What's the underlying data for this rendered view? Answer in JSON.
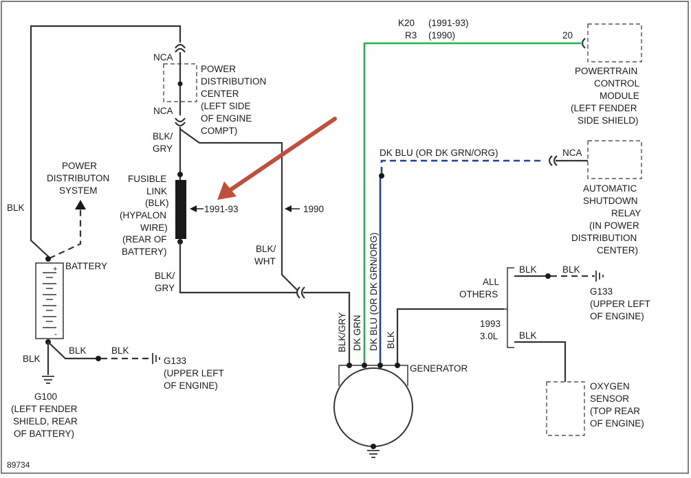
{
  "figure_id": "89734",
  "colors": {
    "green_wire": "#22b14c",
    "blue_wire": "#1f3fa8",
    "arrow": "#c0503c",
    "wire": "#333333"
  },
  "pdc": {
    "nca_top": "NCA",
    "nca_bottom": "NCA",
    "label": [
      "POWER",
      "DISTRIBUTION",
      "CENTER",
      "(LEFT SIDE",
      "OF ENGINE",
      "COMPT)"
    ]
  },
  "power_dist_system": [
    "POWER",
    "DISTRIBUTON",
    "SYSTEM"
  ],
  "battery": {
    "label": "BATTERY",
    "plus": "+",
    "minus": "-"
  },
  "fusible_link": {
    "label": [
      "FUSIBLE",
      "LINK",
      "(BLK)",
      "(HYPALON",
      "WIRE)",
      "(REAR OF",
      "BATTERY)"
    ],
    "year": "1991-93"
  },
  "year_1990": "1990",
  "wires": {
    "blk_left": "BLK",
    "blk_gry_top": [
      "BLK/",
      "GRY"
    ],
    "blk_gry_bottom": [
      "BLK/",
      "GRY"
    ],
    "blk_wht": [
      "BLK/",
      "WHT"
    ],
    "blk_batt": "BLK",
    "blk_batt_ground_1": "BLK",
    "blk_batt_ground_2": "BLK",
    "gen_blk_gry": "BLK/GRY",
    "gen_dk_grn": "DK GRN",
    "gen_dk_blu": "DK BLU (OR DK GRN/ORG)",
    "gen_blk": "BLK",
    "dk_blu_top": "DK BLU (OR DK GRN/ORG)",
    "k20": "K20",
    "k20_years": "(1991-93)",
    "r3": "R3",
    "r3_years": "(1990)",
    "pin_20": "20",
    "nca_asd": "NCA",
    "others_blk_1": "BLK",
    "others_blk_2": "BLK",
    "o2_blk": "BLK"
  },
  "g133_batt": [
    "G133",
    "(UPPER LEFT",
    "OF ENGINE)"
  ],
  "g100": [
    "G100",
    "(LEFT FENDER",
    "SHIELD, REAR",
    "OF BATTERY)"
  ],
  "generator": "GENERATOR",
  "pcm": [
    "POWERTRAIN",
    "CONTROL",
    "MODULE",
    "(LEFT FENDER",
    "SIDE SHIELD)"
  ],
  "asd": [
    "AUTOMATIC",
    "SHUTDOWN",
    "RELAY",
    "(IN POWER",
    "DISTRIBUTION",
    "CENTER)"
  ],
  "all_others": [
    "ALL",
    "OTHERS"
  ],
  "year_1993": [
    "1993",
    "3.0L"
  ],
  "g133_others": [
    "G133",
    "(UPPER LEFT",
    "OF ENGINE)"
  ],
  "oxygen_sensor": [
    "OXYGEN",
    "SENSOR",
    "(TOP REAR",
    "OF ENGINE)"
  ]
}
